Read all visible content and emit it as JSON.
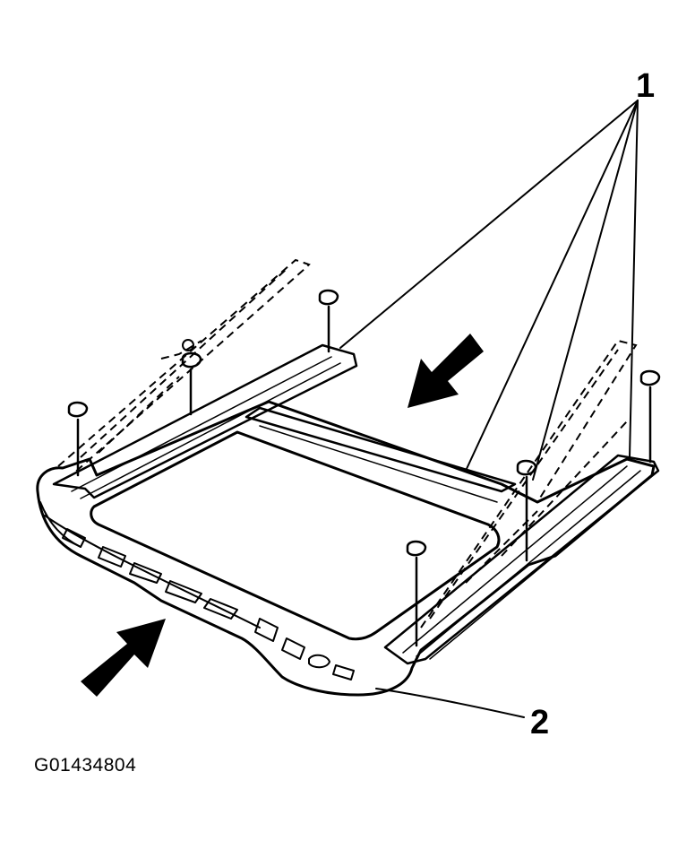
{
  "callouts": {
    "one": "1",
    "two": "2"
  },
  "figure_id": "G01434804",
  "colors": {
    "ink": "#000000",
    "paper": "#ffffff"
  }
}
